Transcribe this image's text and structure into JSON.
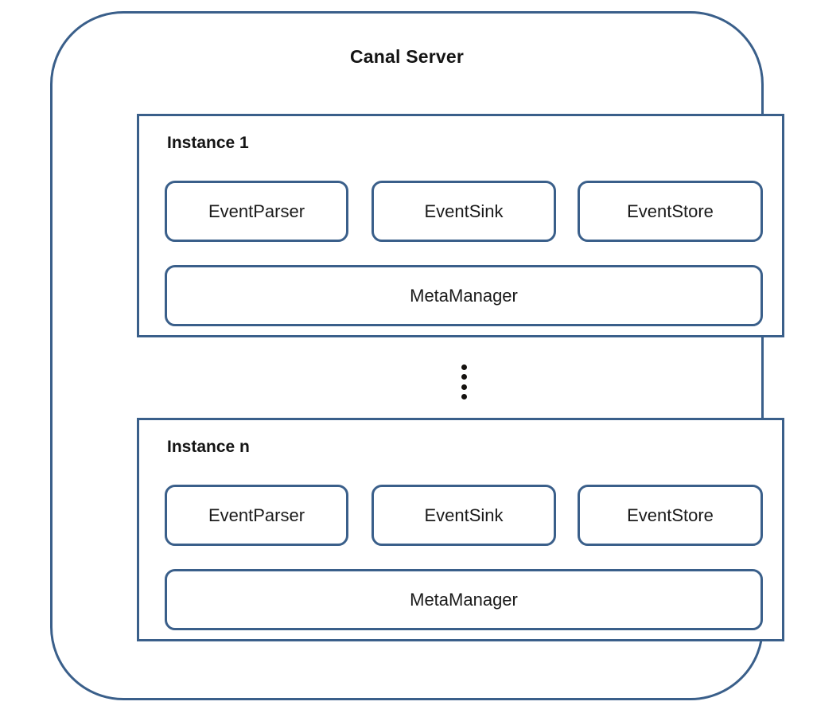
{
  "diagram": {
    "title": "Canal Server",
    "accent_color": "#3a5f8a",
    "text_color": "#1a1a1a",
    "background_color": "#ffffff",
    "separator": {
      "icon": "vertical-ellipsis-icon",
      "dot_count": 4,
      "dot_color": "#15120f"
    },
    "instances": [
      {
        "label": "Instance 1",
        "components": [
          {
            "label": "EventParser"
          },
          {
            "label": "EventSink"
          },
          {
            "label": "EventStore"
          }
        ],
        "manager": {
          "label": "MetaManager"
        }
      },
      {
        "label": "Instance n",
        "components": [
          {
            "label": "EventParser"
          },
          {
            "label": "EventSink"
          },
          {
            "label": "EventStore"
          }
        ],
        "manager": {
          "label": "MetaManager"
        }
      }
    ]
  }
}
